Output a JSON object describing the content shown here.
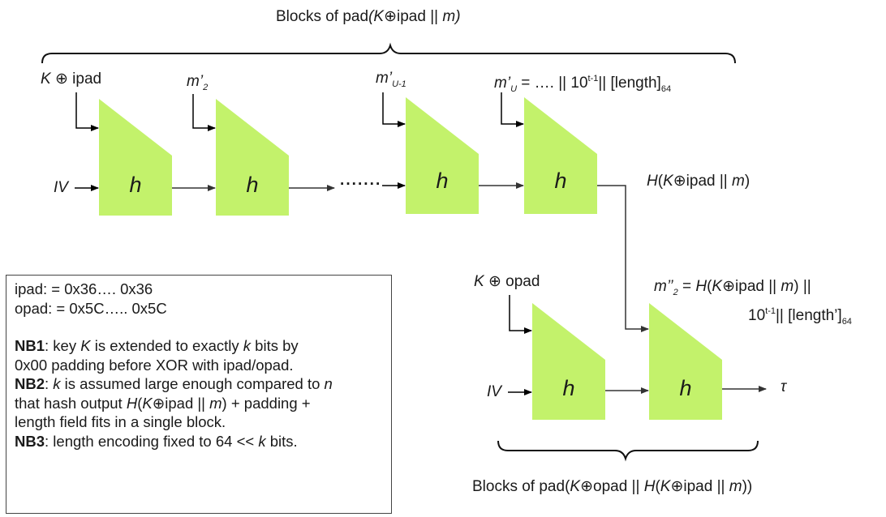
{
  "top_brace_label": {
    "prefix": "Blocks of pad",
    "k": "K",
    "rest": "ipad || ",
    "m": "m",
    "close": ")",
    "open": "("
  },
  "bottom_brace_label": {
    "prefix": "Blocks of pad(",
    "k1": "K",
    "mid1": "opad || ",
    "h": "H",
    "mid2": "(",
    "k2": "K",
    "mid3": "ipad || ",
    "m": "m",
    "close": "))"
  },
  "inputs": {
    "k_ipad": {
      "k": "K",
      "op": " ⊕ ",
      "pad": "ipad"
    },
    "m2": {
      "m": "m’",
      "sub": "2"
    },
    "mu1": {
      "m": "m’",
      "sub": "U-1"
    },
    "mu": {
      "m": "m’",
      "sub": "U",
      "rest": " =  …. || 10",
      "sup": "t-1",
      "rest2": "||  [length]",
      "sub2": "64"
    },
    "k_opad": {
      "k": "K",
      "op": " ⊕ ",
      "pad": "opad"
    },
    "m2pp": {
      "m": "m’’",
      "sub": "2",
      "rest": " = ",
      "h": "H",
      "mid": "(",
      "k": "K",
      "ipad": "ipad || ",
      "m2": "m",
      "close": ") ||"
    },
    "m2pp_line2": {
      "pre": "10",
      "sup": "t-1",
      "rest": "||  [length’]",
      "sub": "64"
    },
    "iv_top": "IV",
    "iv_bottom": "IV"
  },
  "blocks": {
    "top": [
      "h",
      "h",
      "h",
      "h"
    ],
    "bottom": [
      "h",
      "h"
    ]
  },
  "dots": "·······",
  "outputs": {
    "inner": {
      "h": "H",
      "open": "(",
      "k": "K",
      "ipad": "ipad || ",
      "m": "m",
      "close": ")"
    },
    "tau": "τ"
  },
  "colors": {
    "block_fill": "#c3f26b",
    "line": "#333333",
    "arrow": "#000000"
  },
  "notes": {
    "ipad_line": "ipad:   = 0x36…. 0x36",
    "opad_line": "opad: = 0x5C….. 0x5C",
    "nb1_label": "NB1",
    "nb1_a": ": key ",
    "nb1_k": "K",
    "nb1_b": " is extended to exactly ",
    "nb1_k2": "k",
    "nb1_c": " bits by",
    "nb1_line2": "0x00 padding before XOR with ipad/opad.",
    "nb2_label": "NB2",
    "nb2_a": ": ",
    "nb2_k": "k",
    "nb2_b": " is assumed large enough compared to ",
    "nb2_n": "n",
    "nb2_line2a": "that hash output ",
    "nb2_H": "H",
    "nb2_line2b": "(",
    "nb2_K": "K",
    "nb2_line2c": "ipad || ",
    "nb2_m": "m",
    "nb2_line2d": ") + padding +",
    "nb2_line3": "length field fits in a single block.",
    "nb3_label": "NB3",
    "nb3_a": ": length encoding fixed to 64 << ",
    "nb3_k": "k",
    "nb3_b": " bits."
  }
}
